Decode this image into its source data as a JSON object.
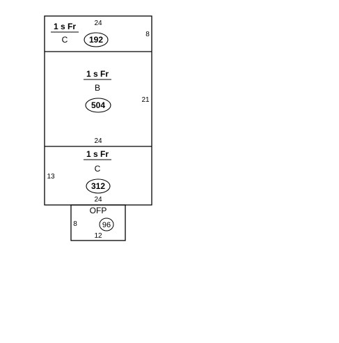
{
  "sketch": {
    "sections": [
      {
        "id": "top",
        "label": "1 s Fr",
        "sublabel": "C",
        "area": "192",
        "dims": {
          "top": "24",
          "right": "8"
        }
      },
      {
        "id": "middle",
        "label": "1 s Fr",
        "sublabel": "B",
        "area": "504",
        "dims": {
          "right": "21",
          "bottom": "24"
        }
      },
      {
        "id": "lower",
        "label": "1 s Fr",
        "sublabel": "C",
        "area": "312",
        "dims": {
          "left": "13",
          "bottom": "24"
        }
      },
      {
        "id": "porch",
        "label": "OFP",
        "area": "96",
        "dims": {
          "left": "8",
          "bottom": "12"
        }
      }
    ]
  }
}
